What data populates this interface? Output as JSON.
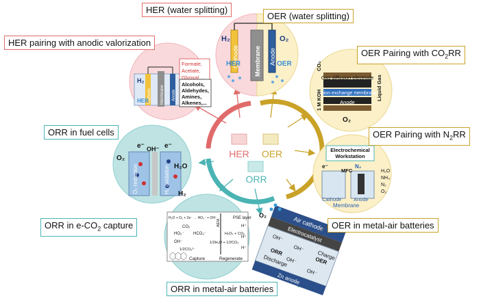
{
  "labels": {
    "her_water": "HER (water splitting)",
    "oer_water": "OER (water splitting)",
    "her_anodic": "HER pairing with anodic valorization",
    "oer_co2rr_pre": "OER Pairing with CO",
    "oer_co2rr_sub": "2",
    "oer_co2rr_post": "RR",
    "orr_fuel": "ORR in fuel cells",
    "oer_n2rr_pre": "OER Pairing with N",
    "oer_n2rr_sub": "2",
    "oer_n2rr_post": "RR",
    "orr_eco2_pre": "ORR in e-CO",
    "orr_eco2_sub": "2",
    "orr_eco2_post": " capture",
    "oer_metal_air": "OER in metal-air batteries",
    "orr_metal_air": "ORR in metal-air batteries"
  },
  "center": {
    "her": "HER",
    "oer": "OER",
    "orr": "ORR"
  },
  "panel_her": {
    "h2": "H₂",
    "o2": "O₂",
    "cathode": "Cathode",
    "membrane": "Membrane",
    "anode": "Anode",
    "her": "HER",
    "oer": "OER"
  },
  "panel_her_pair": {
    "h2": "H₂",
    "cathode": "Cathode",
    "membrane": "Membrane",
    "anode": "Anode",
    "her": "HER",
    "products": [
      "Formate,",
      "Acetate,",
      "Glyoxal,..."
    ],
    "feeds": [
      "Alcohols,",
      "Aldehydes,",
      "Amines,",
      "Alkenes,..."
    ]
  },
  "panel_co2": {
    "gde": "Gas diffusion electrode",
    "aem": "Anion exchange membrane",
    "anode": "Anode",
    "electrolyte": "1 M KOH",
    "co2": "CO₂",
    "liquid": "Liquid Gas",
    "o2": "O₂"
  },
  "panel_fuel": {
    "o2": "O₂",
    "e1": "e⁻",
    "oh": "OH⁻",
    "e2": "e⁻",
    "h2o": "H₂O",
    "h2": "H₂",
    "o2red": "O₂ reduction",
    "h2ox": "H₂ oxidation"
  },
  "panel_n2": {
    "ws1": "Electrochemical",
    "ws2": "Workstation",
    "e": "e⁻",
    "mfc": "MFC",
    "n2": "N₂",
    "cathode": "Cathode",
    "anode": "Anode",
    "membrane": "Membrane",
    "species": [
      "H₂O",
      "NH₃",
      "N₂",
      "O₂"
    ]
  },
  "panel_eco2": {
    "rxn_top": "H₂O + O₂ + 2e⁻ → HO₂⁻ + OH⁻",
    "co2": "CO₂",
    "ho2": "HO₂⁻",
    "hco3": "HCO₃⁻",
    "h2o2": "H₂O₂ + CO₂",
    "oh": "OH⁻",
    "half_co2": "1/2CO₃²⁻",
    "half_h2o": "1/2H₂O + 1/2CO₂",
    "aem": "AEM",
    "pse": "PSE layer",
    "h1": "H⁺",
    "h2": "H⁺",
    "h3": "H⁺",
    "capture": "Capture",
    "regenerate": "Regenerate"
  },
  "panel_battery": {
    "o2": "O₂",
    "cathode": "Air cathode",
    "electrocatalyst": "Electrocatalyst",
    "charge": "Charge",
    "oer": "OER",
    "orr": "ORR",
    "discharge": "Discharge",
    "oh": [
      "OH⁻",
      "OH⁻",
      "OH⁻",
      "OH⁻"
    ],
    "zn": "Zn anode"
  },
  "colors": {
    "her": "#e06a6a",
    "oer": "#c9a227",
    "orr": "#4bb3b3"
  }
}
